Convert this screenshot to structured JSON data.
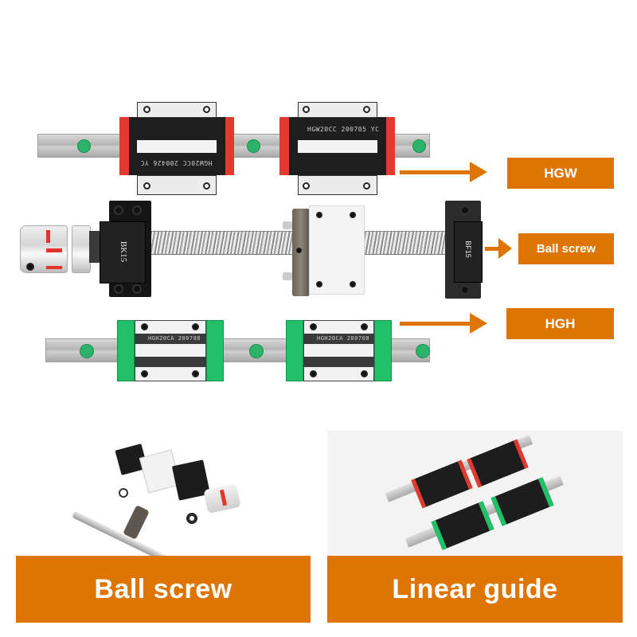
{
  "colors": {
    "accent_orange": "#de7503",
    "label_text": "#ffffff",
    "hgw_endcap_red": "#e23a2f",
    "hgh_endcap_green": "#23c06a",
    "rail_dot_green": "#2bb36a",
    "background": "#ffffff"
  },
  "diagram": {
    "hgw": {
      "label": "HGW",
      "block_1_engraving": "HGW20CC 200426 YC",
      "block_2_engraving": "HGW20CC 200705 YC"
    },
    "ball_screw": {
      "label": "Ball screw",
      "fixed_support_label": "BK15",
      "floating_support_label": "BF15"
    },
    "hgh": {
      "label": "HGH",
      "block_1_engraving": "HGH20CA 200708",
      "block_2_engraving": "HGH20CA 200708"
    }
  },
  "banners": {
    "left": {
      "label": "Ball screw",
      "photo_icon": "ball-screw-kit-photo"
    },
    "right": {
      "label": "Linear guide",
      "photo_icon": "linear-guide-kit-photo"
    }
  }
}
